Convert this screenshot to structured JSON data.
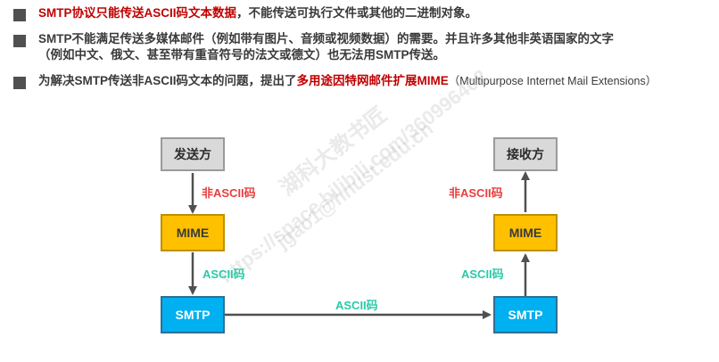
{
  "bullets": [
    {
      "red": "SMTP协议只能传送ASCII码文本数据",
      "rest": "，不能传送可执行文件或其他的二进制对象。"
    },
    {
      "line1": "SMTP不能满足传送多媒体邮件（例如带有图片、音频或视频数据）的需要。并且许多其他非英语国家的文字",
      "line2": "（例如中文、俄文、甚至带有重音符号的法文或德文）也无法用SMTP传送。"
    },
    {
      "pre": "为解决SMTP传送非ASCII码文本的问题，提出了",
      "red": "多用途因特网邮件扩展MIME",
      "paren_open": "（",
      "en": "Multipurpose Internet Mail Extensions",
      "paren_close": "）"
    }
  ],
  "diagram": {
    "sender": "发送方",
    "receiver": "接收方",
    "mime_left": "MIME",
    "mime_right": "MIME",
    "smtp_left": "SMTP",
    "smtp_right": "SMTP",
    "label_nonascii_left": "非ASCII码",
    "label_nonascii_right": "非ASCII码",
    "label_ascii_left": "ASCII码",
    "label_ascii_right": "ASCII码",
    "label_ascii_middle": "ASCII码"
  },
  "watermark": {
    "line1": "湖科大教书匠",
    "line2": "https://space.bilibili.com/360996402",
    "line3": "jgao1@hnust.edu.cn"
  },
  "colors": {
    "gray_box": "#d9d9d9",
    "mime": "#ffc000",
    "smtp": "#00b0f0",
    "red": "#c00000",
    "ascii_label": "#2bcaa8",
    "nonascii_label": "#e83e3e"
  }
}
